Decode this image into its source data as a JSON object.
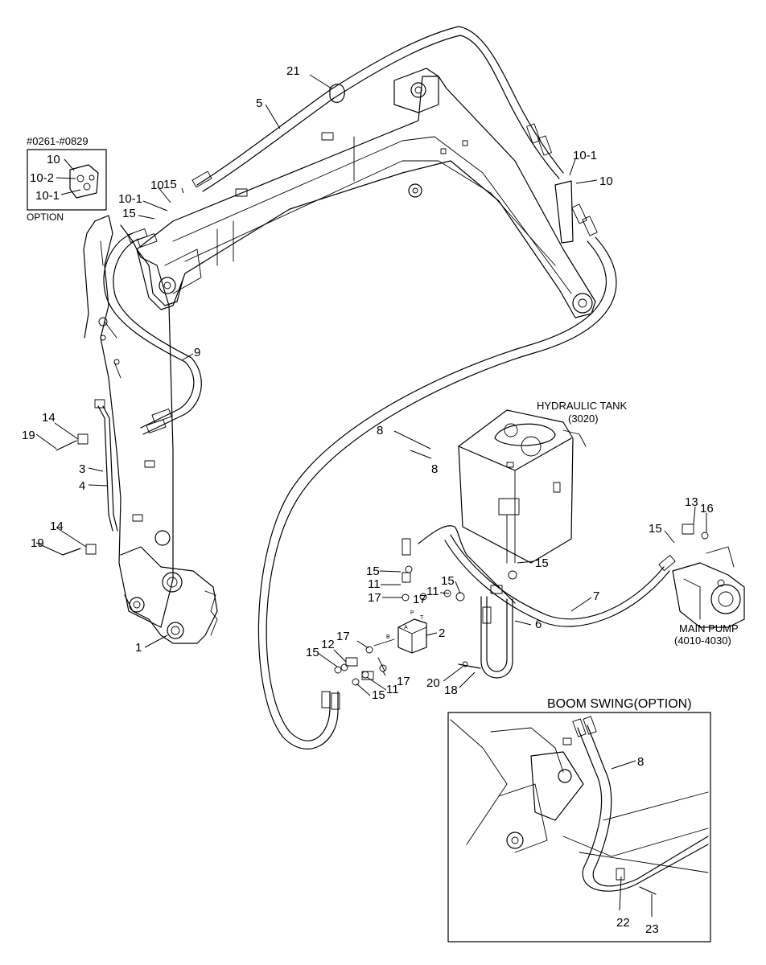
{
  "inset_option": {
    "serial_range": "#0261-#0829",
    "caption": "OPTION",
    "labels": [
      "10",
      "10-2",
      "10-1"
    ]
  },
  "hydraulic_tank": {
    "title": "HYDRAULIC TANK",
    "code": "(3020)"
  },
  "main_pump": {
    "title": "MAIN PUMP",
    "code": "(4010-4030)"
  },
  "boom_swing": {
    "title": "BOOM SWING(OPTION)",
    "labels": [
      "8",
      "22",
      "23"
    ]
  },
  "valve_ports": {
    "p": "P",
    "t": "T",
    "a": "A",
    "b": "B"
  },
  "callouts": {
    "c21": "21",
    "c5": "5",
    "c10a": "10",
    "c15a": "15",
    "c10_1a": "10-1",
    "c15b": "15",
    "c10_1b": "10-1",
    "c10b": "10",
    "c9": "9",
    "c14a": "14",
    "c19a": "19",
    "c3": "3",
    "c4": "4",
    "c14b": "14",
    "c19b": "19",
    "c1": "1",
    "c8a": "8",
    "c8b": "8",
    "c15c": "15",
    "c11a": "11",
    "c17a": "17",
    "c11b": "11",
    "c17b": "17",
    "c15d": "15",
    "c2": "2",
    "c17c": "17",
    "c12": "12",
    "c15e": "15",
    "c17d": "17",
    "c11c": "11",
    "c15f": "15",
    "c20": "20",
    "c18": "18",
    "c6": "6",
    "c15g": "15",
    "c7": "7",
    "c13": "13",
    "c16": "16",
    "c15h": "15"
  }
}
